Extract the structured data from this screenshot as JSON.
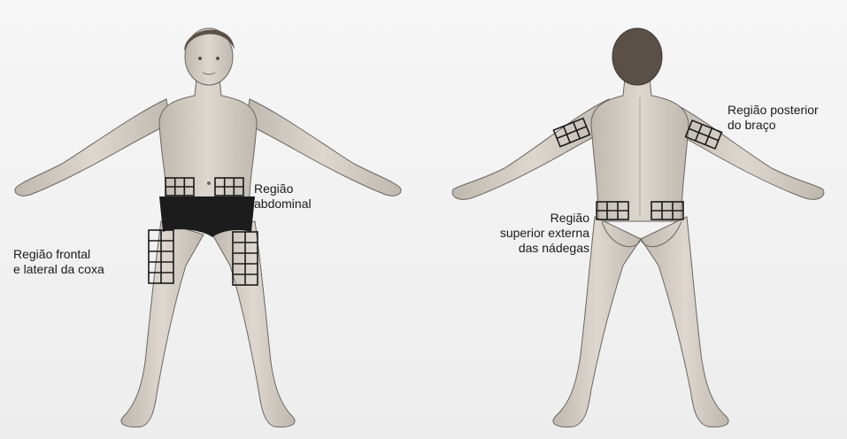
{
  "labels": {
    "abdominal": {
      "line1": "Região",
      "line2": "abdominal"
    },
    "thigh": {
      "line1": "Região frontal",
      "line2": "e lateral da coxa"
    },
    "buttocks": {
      "line1": "Região",
      "line2": "superior externa",
      "line3": "das nádegas"
    },
    "arm": {
      "line1": "Região posterior",
      "line2": "do braço"
    }
  },
  "figures": {
    "front": "front-body-figure",
    "back": "back-body-figure"
  },
  "colors": {
    "skin": "#d6d0c8",
    "skin_shade": "#b8b1a8",
    "outline": "#6a6560",
    "hair": "#5b5047",
    "underwear": "#1c1c1c",
    "grid": "#1a1a1a"
  }
}
